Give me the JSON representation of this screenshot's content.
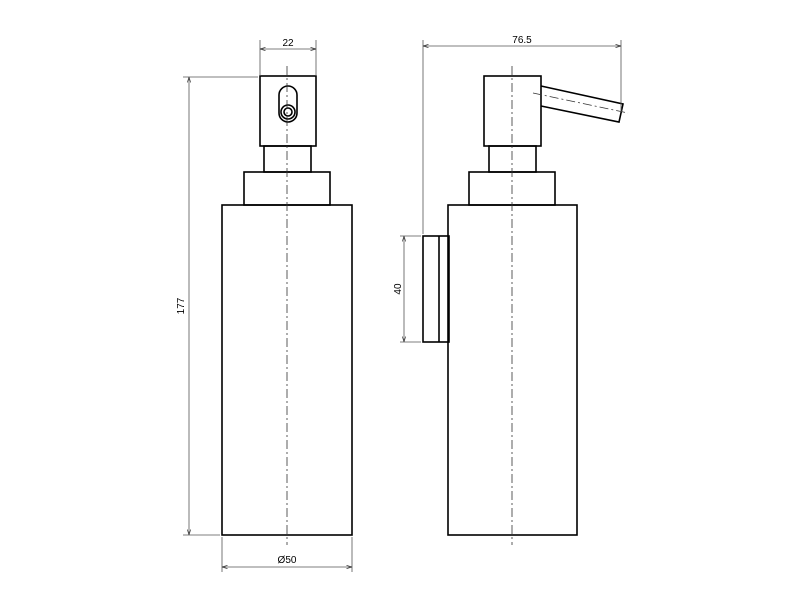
{
  "dimensions": {
    "head_width": "22",
    "total_height": "177",
    "diameter": "Ø50",
    "total_depth": "76.5",
    "plate_height": "40"
  }
}
